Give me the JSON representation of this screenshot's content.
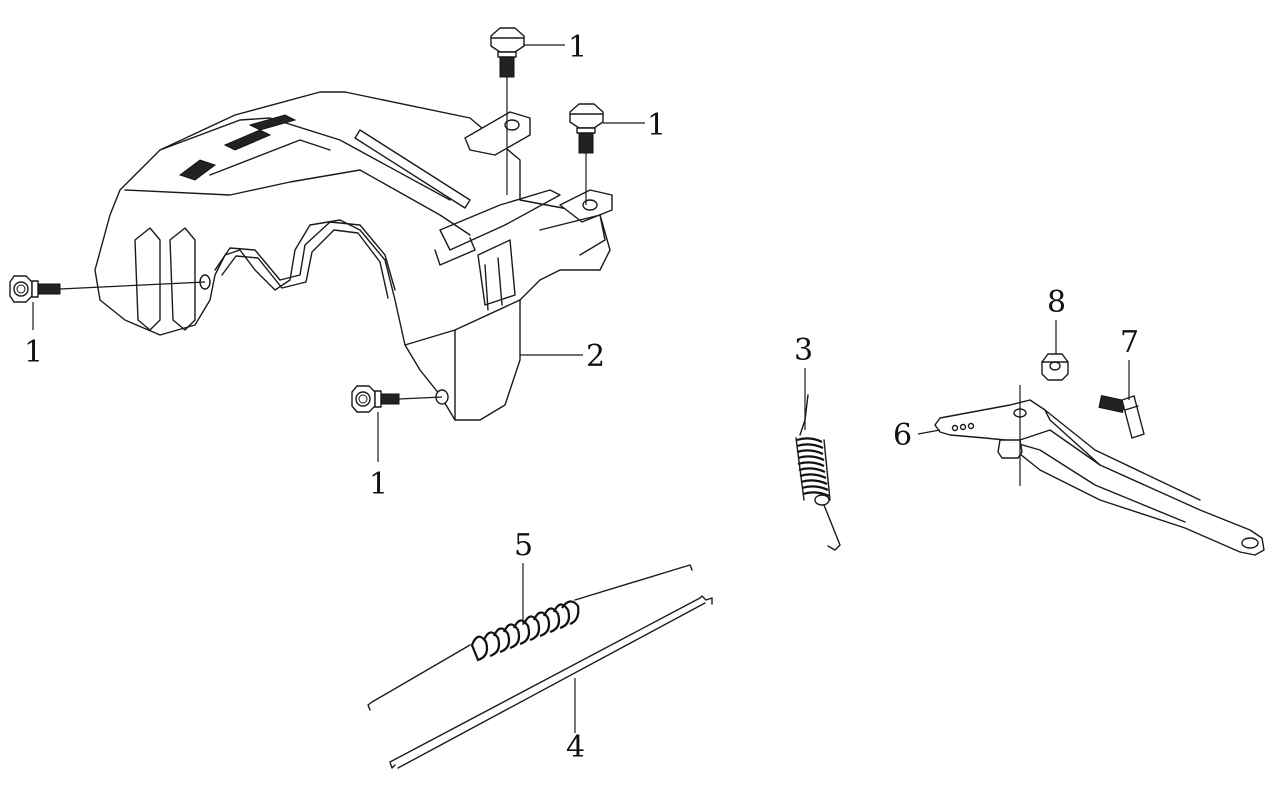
{
  "callouts": {
    "c1_top": "1",
    "c1_top_right": "1",
    "c1_left": "1",
    "c1_bottom": "1",
    "c2": "2",
    "c3": "3",
    "c4": "4",
    "c5": "5",
    "c6": "6",
    "c7": "7",
    "c8": "8"
  }
}
